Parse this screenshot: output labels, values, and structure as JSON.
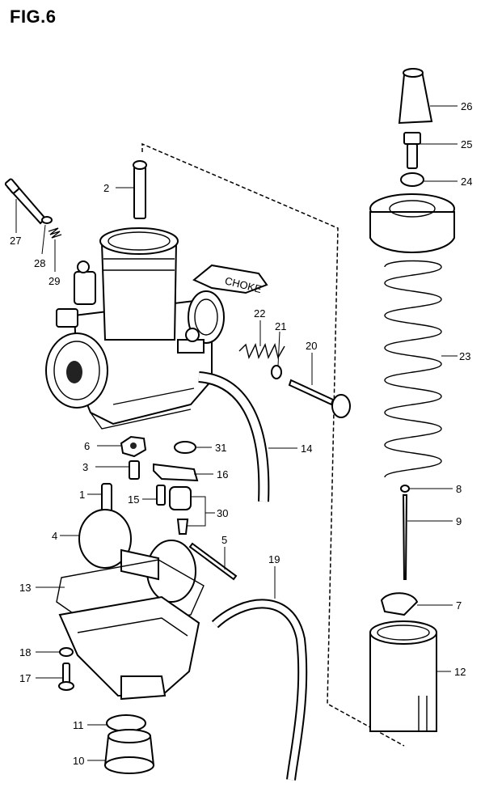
{
  "figure": {
    "title": "FIG.6"
  },
  "callouts": [
    {
      "id": "c1",
      "number": "1"
    },
    {
      "id": "c2",
      "number": "2"
    },
    {
      "id": "c3",
      "number": "3"
    },
    {
      "id": "c4",
      "number": "4"
    },
    {
      "id": "c5",
      "number": "5"
    },
    {
      "id": "c6",
      "number": "6"
    },
    {
      "id": "c7",
      "number": "7"
    },
    {
      "id": "c8",
      "number": "8"
    },
    {
      "id": "c9",
      "number": "9"
    },
    {
      "id": "c10",
      "number": "10"
    },
    {
      "id": "c11",
      "number": "11"
    },
    {
      "id": "c12",
      "number": "12"
    },
    {
      "id": "c13",
      "number": "13"
    },
    {
      "id": "c14",
      "number": "14"
    },
    {
      "id": "c15",
      "number": "15"
    },
    {
      "id": "c16",
      "number": "16"
    },
    {
      "id": "c17",
      "number": "17"
    },
    {
      "id": "c18",
      "number": "18"
    },
    {
      "id": "c19",
      "number": "19"
    },
    {
      "id": "c20",
      "number": "20"
    },
    {
      "id": "c21",
      "number": "21"
    },
    {
      "id": "c22",
      "number": "22"
    },
    {
      "id": "c23",
      "number": "23"
    },
    {
      "id": "c24",
      "number": "24"
    },
    {
      "id": "c25",
      "number": "25"
    },
    {
      "id": "c26",
      "number": "26"
    },
    {
      "id": "c27",
      "number": "27"
    },
    {
      "id": "c28",
      "number": "28"
    },
    {
      "id": "c29",
      "number": "29"
    },
    {
      "id": "c30",
      "number": "30"
    },
    {
      "id": "c31",
      "number": "31"
    }
  ],
  "choke_lever": {
    "text": "CHOKE"
  }
}
